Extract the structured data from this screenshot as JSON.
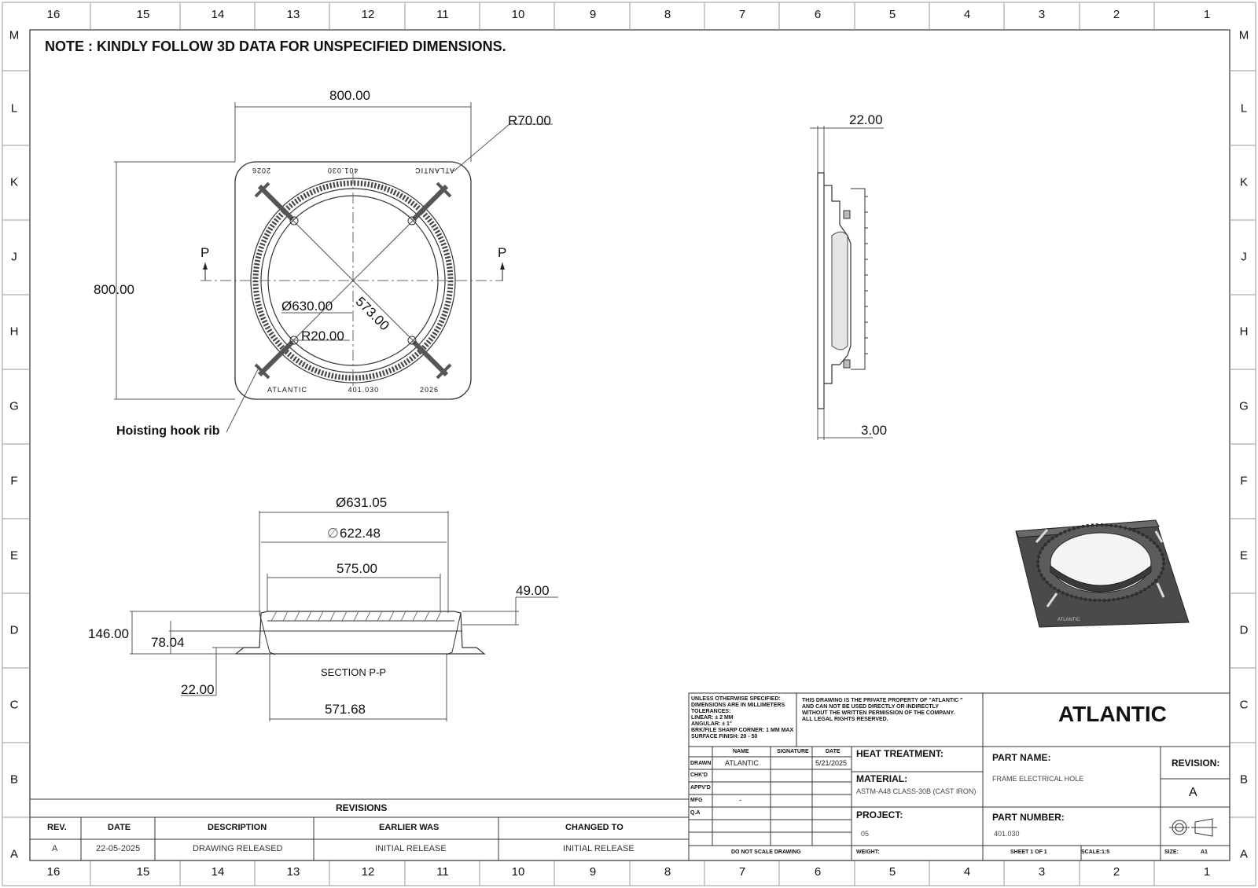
{
  "zones": {
    "columns": [
      "16",
      "15",
      "14",
      "13",
      "12",
      "11",
      "10",
      "9",
      "8",
      "7",
      "6",
      "5",
      "4",
      "3",
      "2",
      "1"
    ],
    "rows": [
      "M",
      "L",
      "K",
      "J",
      "H",
      "G",
      "F",
      "E",
      "D",
      "C",
      "B",
      "A"
    ]
  },
  "note": "NOTE : KINDLY FOLLOW 3D DATA FOR UNSPECIFIED DIMENSIONS.",
  "top_view": {
    "width_dim": "800.00",
    "height_dim": "800.00",
    "corner_radius": "R70.00",
    "diameter": "Ø630.00",
    "diagonal": "573.00",
    "hole_radius": "R20.00",
    "section_marker": "P",
    "engraving_top": [
      "ATLANTIC",
      "401.030",
      "2026"
    ],
    "engraving_bottom": [
      "ATLANTIC",
      "401.030",
      "2026"
    ],
    "callout": "Hoisting hook rib"
  },
  "side_view": {
    "thickness_top": "22.00",
    "thickness_bottom": "3.00"
  },
  "section_view": {
    "outer_diameter": "Ø631.05",
    "mid_diameter_symbol": "∅",
    "mid_diameter": "622.48",
    "inner_width": "575.00",
    "flange_height": "49.00",
    "total_height": "146.00",
    "inner_height": "78.04",
    "base_height": "22.00",
    "label": "SECTION P-P",
    "bottom_width": "571.68"
  },
  "title_block": {
    "tolerances": [
      "UNLESS OTHERWISE SPECIFIED:",
      "DIMENSIONS ARE IN MILLIMETERS",
      "TOLERANCES:",
      "LINEAR: ± 2 MM",
      "ANGULAR: ± 1°",
      "BRK/FILE SHARP CORNER: 1 MM MAX",
      "SURFACE FINISH: 20 - 50"
    ],
    "property_note": [
      "THIS DRAWING IS THE PRIVATE PROPERTY OF \"ATLANTIC \"",
      "AND CAN NOT BE USED DIRECTLY OR INDIRECTLY",
      "WITHOUT THE WRITTEN PERMISSION  OF THE COMPANY.",
      "ALL LEGAL RIGHTS RESERVED."
    ],
    "company": "ATLANTIC",
    "col_headers": [
      "NAME",
      "SIGNATURE",
      "DATE"
    ],
    "rows": [
      {
        "label": "DRAWN",
        "name": "ATLANTIC",
        "date": "5/21/2025"
      },
      {
        "label": "CHK'D",
        "name": "",
        "date": ""
      },
      {
        "label": "APPV'D",
        "name": "",
        "date": ""
      },
      {
        "label": "MFG",
        "name": "-",
        "date": ""
      },
      {
        "label": "Q.A",
        "name": "",
        "date": ""
      }
    ],
    "heat_treatment_label": "HEAT TREATMENT:",
    "material_label": "MATERIAL:",
    "material": "ASTM-A48 CLASS-30B (CAST IRON)",
    "project_label": "PROJECT:",
    "project": "05",
    "part_name_label": "PART NAME:",
    "part_name": "FRAME ELECTRICAL HOLE",
    "part_number_label": "PART NUMBER:",
    "part_number": "401.030",
    "revision_label": "REVISION:",
    "revision": "A",
    "do_not_scale": "DO NOT SCALE DRAWING",
    "weight": "WEIGHT:",
    "sheet": "SHEET 1 OF 1",
    "scale": "SCALE:1:5",
    "size_label": "SIZE:",
    "size": "A1"
  },
  "revisions": {
    "title": "REVISIONS",
    "headers": [
      "REV.",
      "DATE",
      "DESCRIPTION",
      "EARLIER WAS",
      "CHANGED TO"
    ],
    "rows": [
      [
        "A",
        "22-05-2025",
        "DRAWING RELEASED",
        "INITIAL RELEASE",
        "INITIAL RELEASE"
      ]
    ]
  }
}
